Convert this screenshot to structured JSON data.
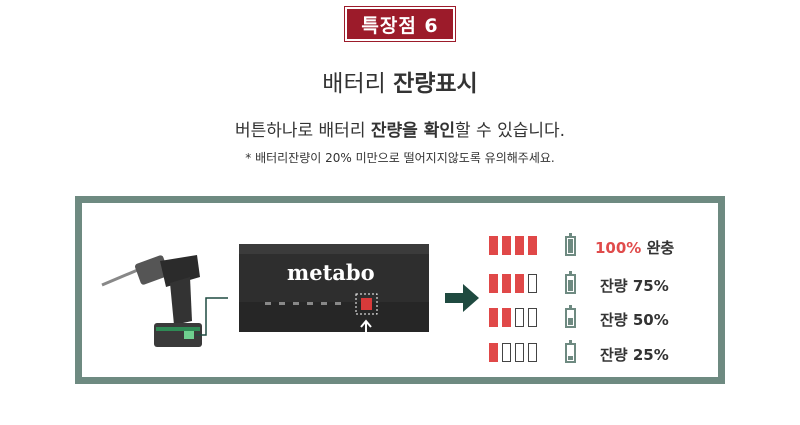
{
  "badge": {
    "label": "특장점 6"
  },
  "title": {
    "normal": "배터리 ",
    "bold": "잔량표시"
  },
  "subtitle": {
    "part1": "버튼하나로 배터리 ",
    "bold1": "잔량을 확인",
    "part2": "할 수 있습니다."
  },
  "note": {
    "text": "* 배터리잔량이 20% 미만으로 떨어지지않도록 유의해주세요."
  },
  "device": {
    "brand": "metabo"
  },
  "levels": [
    {
      "label_prefix": "",
      "label_value": "100%",
      "label_suffix": " 완충",
      "segments_on": 4,
      "fill": 1.0
    },
    {
      "label_prefix": "잔량 ",
      "label_value": "75%",
      "label_suffix": "",
      "segments_on": 3,
      "fill": 0.75
    },
    {
      "label_prefix": "잔량 ",
      "label_value": "50%",
      "label_suffix": "",
      "segments_on": 2,
      "fill": 0.5
    },
    {
      "label_prefix": "잔량 ",
      "label_value": "25%",
      "label_suffix": "",
      "segments_on": 1,
      "fill": 0.25
    }
  ],
  "colors": {
    "accent_red": "#9c1b2a",
    "segment_red": "#e04848",
    "frame_green": "#6e8a81",
    "arrow": "#1f4a40"
  }
}
